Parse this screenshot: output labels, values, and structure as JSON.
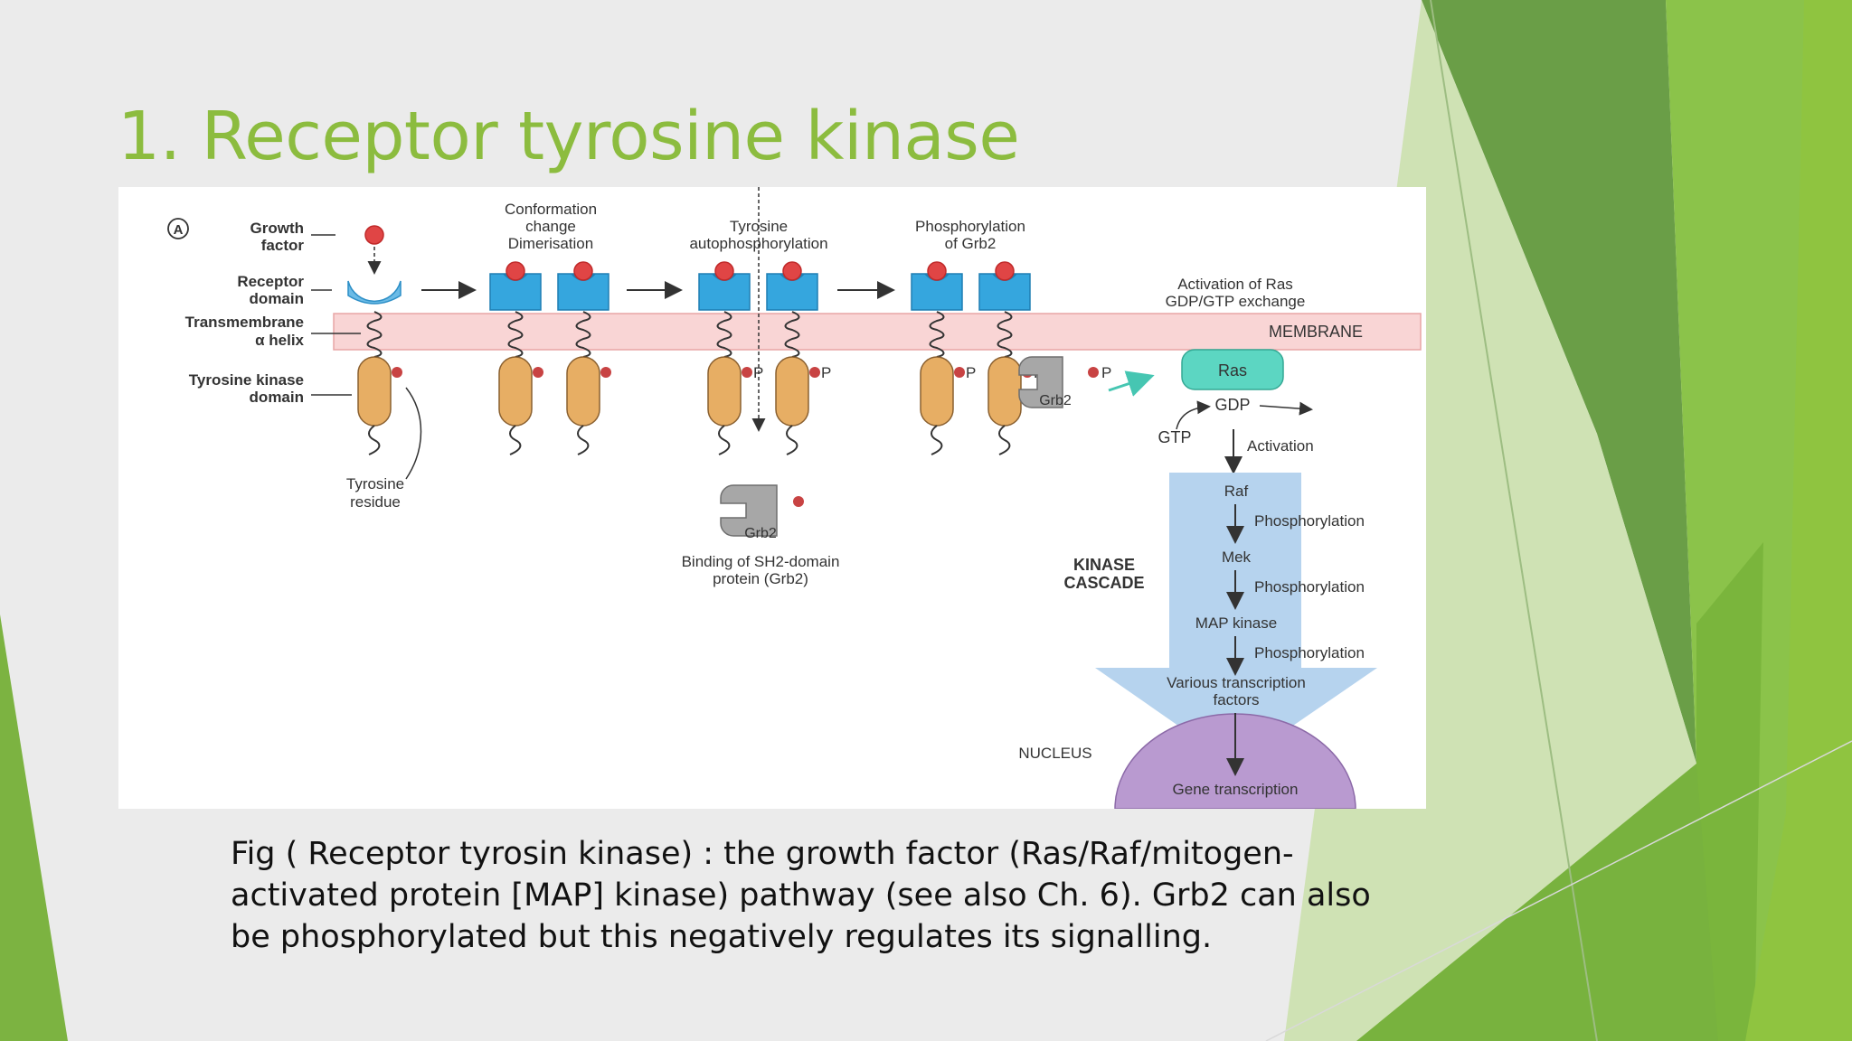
{
  "slide": {
    "title": "1. Receptor tyrosine kinase",
    "caption_lines": [
      "Fig ( Receptor tyrosin kinase) : the growth factor (Ras/Raf/mitogen-",
      "activated protein [MAP] kinase) pathway (see also Ch. 6). Grb2 can also",
      "be phosphorylated but this negatively regulates its signalling."
    ]
  },
  "colors": {
    "title_green": "#8cbc3f",
    "membrane_pink": "#f9d5d5",
    "receptor_blue": "#35a6de",
    "kinase_tan": "#e7ae64",
    "ras_teal": "#5cd6c2",
    "cascade_blue": "#b6d3ee",
    "nucleus_purple": "#b99ad0",
    "grb2_grey": "#a7a7a7",
    "growth_factor_red": "#e04545"
  },
  "diagram": {
    "panel_label": "A",
    "left_labels": {
      "growth_factor": [
        "Growth",
        "factor"
      ],
      "receptor_domain": [
        "Receptor",
        "domain"
      ],
      "transmembrane": [
        "Transmembrane",
        "α helix"
      ],
      "tyrosine_kinase_domain": [
        "Tyrosine kinase",
        "domain"
      ],
      "tyrosine_residue": [
        "Tyrosine",
        "residue"
      ]
    },
    "step_labels": {
      "conformation": [
        "Conformation",
        "change",
        "Dimerisation"
      ],
      "autophosphorylation": [
        "Tyrosine",
        "autophosphorylation"
      ],
      "phosphorylation_grb2": [
        "Phosphorylation",
        "of Grb2"
      ],
      "activation_ras": [
        "Activation of Ras",
        "GDP/GTP exchange"
      ]
    },
    "membrane_label": "MEMBRANE",
    "phospho_label": "P",
    "grb2_label": "Grb2",
    "binding_caption": [
      "Binding of SH2-domain",
      "protein (Grb2)"
    ],
    "ras": "Ras",
    "gdp": "GDP",
    "gtp": "GTP",
    "activation": "Activation",
    "cascade_nodes": [
      "Raf",
      "Mek",
      "MAP kinase"
    ],
    "phosphorylation": "Phosphorylation",
    "kinase_cascade": [
      "KINASE",
      "CASCADE"
    ],
    "transcription_factors": [
      "Various transcription",
      "factors"
    ],
    "nucleus": "NUCLEUS",
    "gene_transcription": "Gene transcription"
  }
}
